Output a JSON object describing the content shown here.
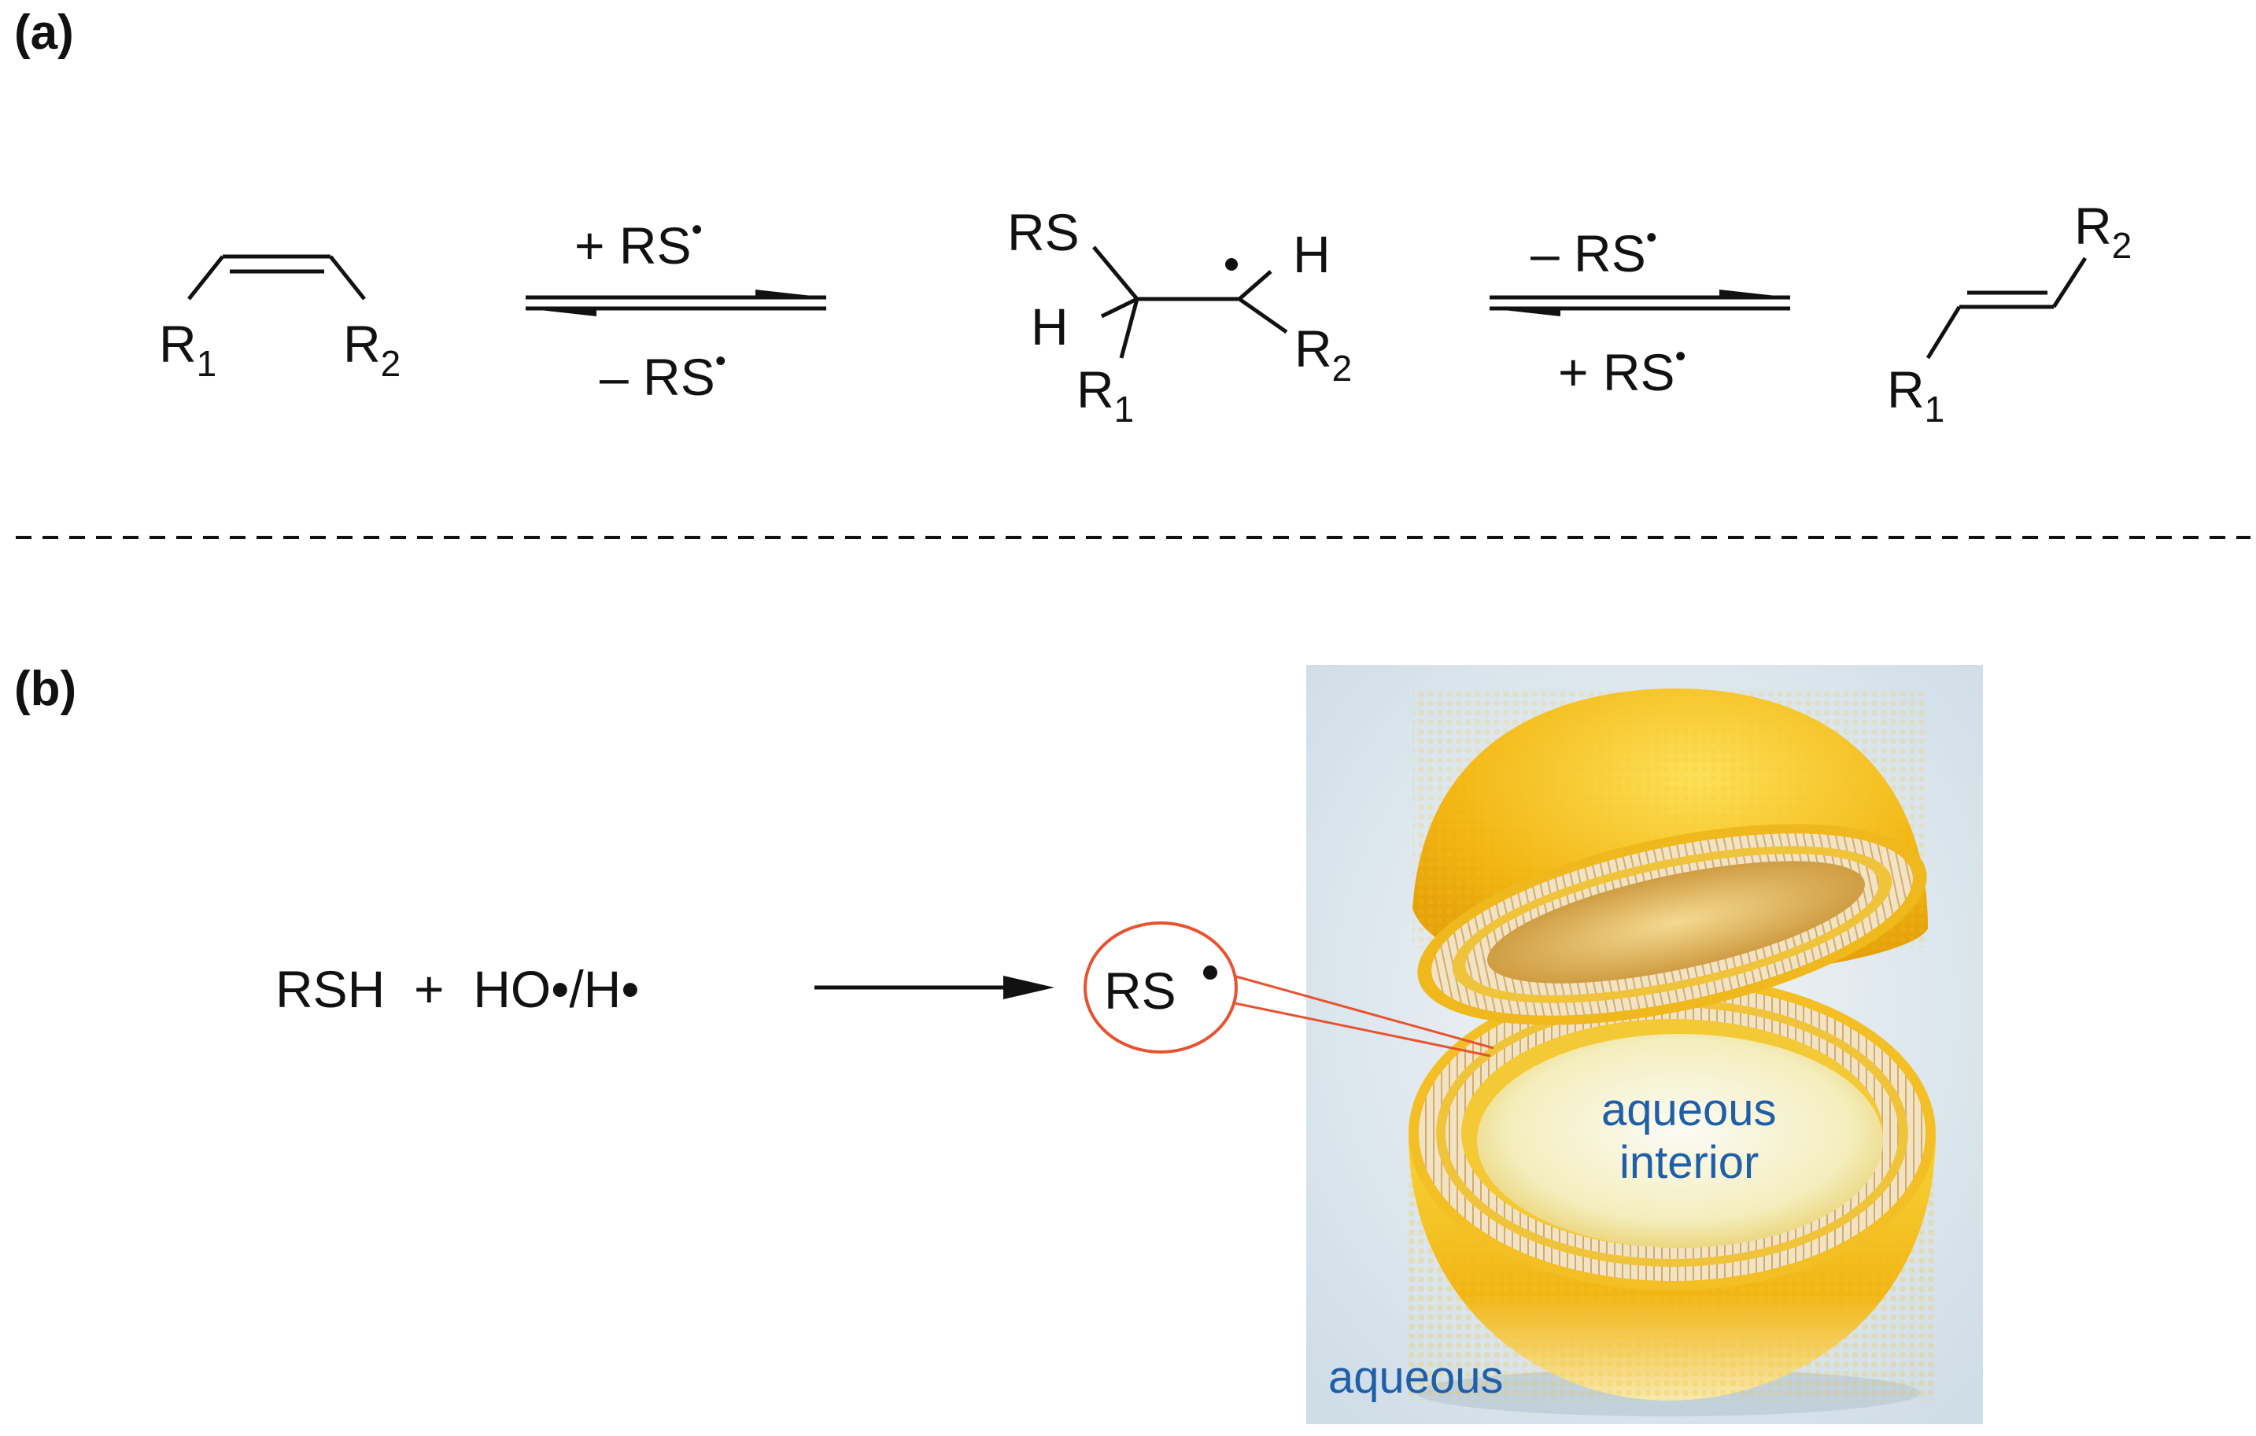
{
  "panels": {
    "a_label": "(a)",
    "b_label": "(b)"
  },
  "scheme_a": {
    "cis_alkene": {
      "r1": "R",
      "r1_sub": "1",
      "r2": "R",
      "r2_sub": "2"
    },
    "arrow1": {
      "top": "+ RS",
      "bottom": "– RS"
    },
    "radical_adduct": {
      "rs": "RS",
      "h_left": "H",
      "h_right": "H",
      "r1": "R",
      "r1_sub": "1",
      "r2": "R",
      "r2_sub": "2"
    },
    "arrow2": {
      "top": "– RS",
      "bottom": "+ RS"
    },
    "trans_alkene": {
      "r1": "R",
      "r1_sub": "1",
      "r2": "R",
      "r2_sub": "2"
    }
  },
  "scheme_b": {
    "reactants": "RSH  +  HO•/H•",
    "product": "RS",
    "interior_label_1": "aqueous",
    "interior_label_2": "interior",
    "exterior_label": "aqueous"
  },
  "colors": {
    "bond": "#111111",
    "circle": "#e8522f",
    "label_blue": "#1f5fa8",
    "gold": "#f2b91c",
    "background_box": "#dde8ef"
  }
}
